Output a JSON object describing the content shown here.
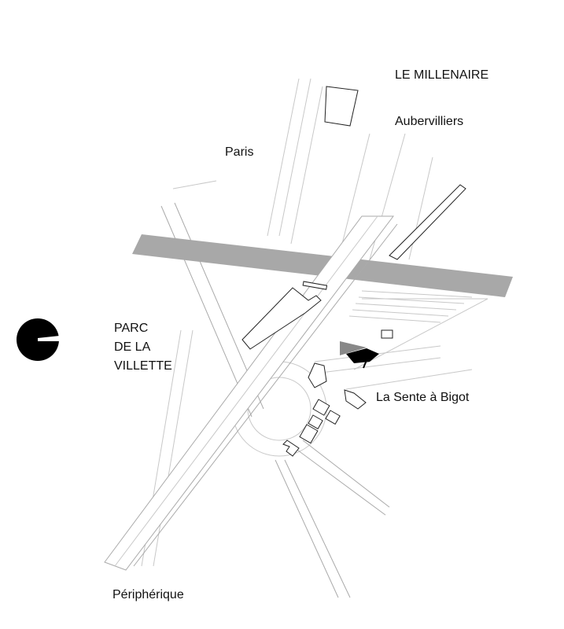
{
  "labels": {
    "le_millenaire": "LE MILLENAIRE",
    "aubervilliers": "Aubervilliers",
    "paris": "Paris",
    "parc_line1": "PARC",
    "parc_line2": "DE LA",
    "parc_line3": "VILLETTE",
    "sente": "La Sente à Bigot",
    "peripherique": "Périphérique"
  },
  "colors": {
    "canal": "#a8a8a8",
    "project": "#000000",
    "lines": "#c8c8c8"
  },
  "icons": {
    "north": "north-arrow-icon"
  }
}
